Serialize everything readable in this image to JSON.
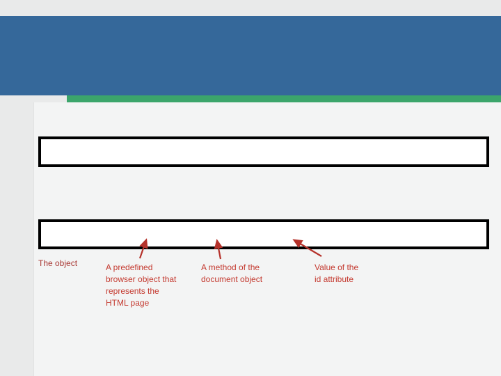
{
  "theme": {
    "page-gray": "#e9eaea",
    "accent-blue": "#35689a",
    "accent-green": "#3ba56b",
    "accent-green-light": "#a9d4ba",
    "panel-bg": "#f3f4f4",
    "caption-red": "#a83834",
    "label-red": "#c43a30",
    "arrow-red": "#b5322b",
    "box-border": "#000000"
  },
  "slide": {
    "code_boxes": [
      {
        "value": ""
      },
      {
        "value": ""
      }
    ],
    "caption": {
      "label": "The object"
    },
    "annotations": {
      "items": [
        {
          "lines": [
            "A predefined",
            "browser object that",
            "represents the",
            "HTML page"
          ]
        },
        {
          "lines": [
            "A method of the",
            "document object"
          ]
        },
        {
          "lines": [
            "Value of the",
            "id attribute"
          ]
        }
      ]
    }
  }
}
